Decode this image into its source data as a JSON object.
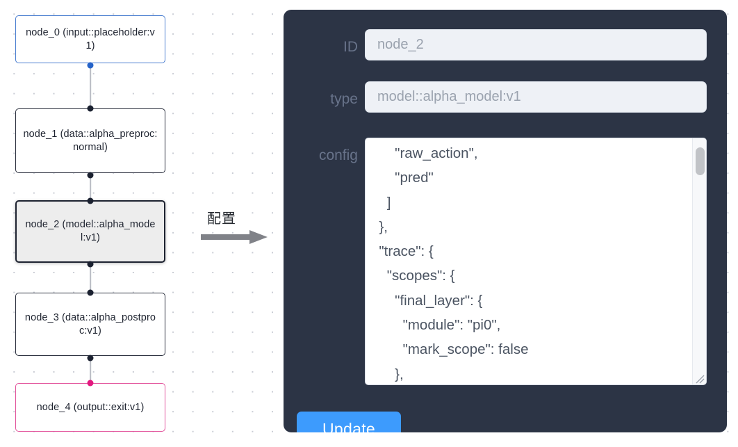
{
  "graph": {
    "nodes": [
      {
        "id": "node_0",
        "type": "(input::placeholder:v1)",
        "label": "node_0\n(input::placeholder:v1)",
        "role": "input",
        "selected": false
      },
      {
        "id": "node_1",
        "type": "(data::alpha_preproc:normal)",
        "label": "node_1\n(data::alpha_preproc:normal)",
        "role": "default",
        "selected": false
      },
      {
        "id": "node_2",
        "type": "(model::alpha_model:v1)",
        "label": "node_2\n(model::alpha_model:v1)",
        "role": "model",
        "selected": true
      },
      {
        "id": "node_3",
        "type": "(data::alpha_postproc:v1)",
        "label": "node_3\n(data::alpha_postproc:v1)",
        "role": "default",
        "selected": false
      },
      {
        "id": "node_4",
        "type": "(output::exit:v1)",
        "label": "node_4\n(output::exit:v1)",
        "role": "output",
        "selected": false
      }
    ],
    "edges": [
      {
        "from": "node_0",
        "to": "node_1"
      },
      {
        "from": "node_1",
        "to": "node_2"
      },
      {
        "from": "node_2",
        "to": "node_3"
      },
      {
        "from": "node_3",
        "to": "node_4"
      }
    ],
    "colors": {
      "input_border": "#4a7ed0",
      "output_border": "#e2529b",
      "default_border": "#2a2f3d",
      "selected_fill": "#ededed",
      "edge": "#b9bcc4",
      "handle": "#1b2130",
      "handle_input": "#2563c9",
      "handle_output": "#e2187f"
    }
  },
  "annotation": {
    "label": "配置",
    "arrow_color": "#808288"
  },
  "panel": {
    "background": "#2c3445",
    "fields": {
      "id": {
        "label": "ID",
        "value": "node_2"
      },
      "type": {
        "label": "type",
        "value": "model::alpha_model:v1"
      },
      "config": {
        "label": "config",
        "value": "      \"raw_action\",\n      \"pred\"\n    ]\n  },\n  \"trace\": {\n    \"scopes\": {\n      \"final_layer\": {\n        \"module\": \"pi0\",\n        \"mark_scope\": false\n      },\n      \"action_model\": {"
      }
    },
    "update_button": {
      "label": "Update",
      "color": "#3d9bfd"
    }
  }
}
